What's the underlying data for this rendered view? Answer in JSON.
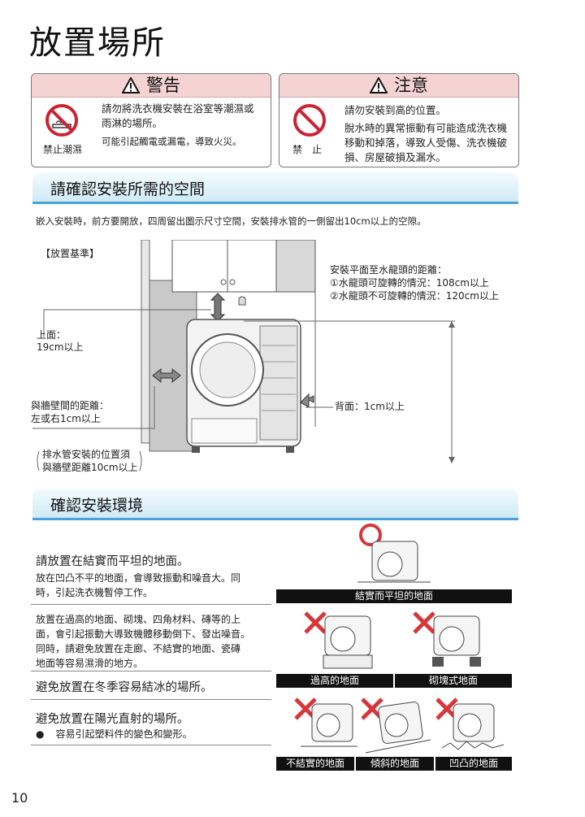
{
  "page_title": "放置場所",
  "warning": {
    "title": "警告",
    "icon_label": "禁止潮濕",
    "text": "請勿將洗衣機安裝在浴室等潮濕或雨淋的場所。",
    "subtext": "可能引起觸電或漏電，導致火災。"
  },
  "caution": {
    "title": "注意",
    "icon_label": "禁　止",
    "text": "請勿安裝到高的位置。",
    "subtext": "脫水時的異常振動有可能造成洗衣機移動和掉落，導致人受傷、洗衣機破損、房屋破損及漏水。"
  },
  "section1": {
    "heading": "請確認安裝所需的空間",
    "intro": "嵌入安裝時，前方要開放，四周留出圖示尺寸空間，安裝排水管的一側留出10cm以上的空隙。",
    "diagram": {
      "label": "【放置基準】",
      "tap_title": "安裝平面至水龍頭的距離：",
      "tap_line1": "①水龍頭可旋轉的情況：108cm以上",
      "tap_line2": "②水龍頭不可旋轉的情況：120cm以上",
      "top_label": "上面：",
      "top_value": "19cm以上",
      "wall_label": "與牆壁間的距離：",
      "wall_value": "左或右1cm以上",
      "back_label": "背面：1cm以上",
      "drain_line1": "排水管安裝的位置須",
      "drain_line2": "與牆壁距離10cm以上"
    }
  },
  "section2": {
    "heading": "確認安裝環境",
    "item1_title": "請放置在結實而平坦的地面。",
    "item1_text1": "放在凹凸不平的地面，會導致振動和噪音大。同",
    "item1_text2": "時，引起洗衣機暫停工作。",
    "item2_text1": "放置在過高的地面、砌塊、四角材料、磚等的上",
    "item2_text2": "面，會引起振動大導致機體移動倒下、發出噪音。",
    "item2_text3": "同時，請避免放置在走廊、不結實的地面、瓷磚",
    "item2_text4": "地面等容易濕滑的地方。",
    "item3_title": "避免放置在冬季容易結冰的場所。",
    "item4_title": "避免放置在陽光直射的場所。",
    "item4_bullet": "容易引起塑料件的變色和變形。",
    "cap_good": "結實而平坦的地面",
    "cap_high": "過高的地面",
    "cap_block": "砌塊式地面",
    "cap_soft": "不結實的地面",
    "cap_slope": "傾斜的地面",
    "cap_uneven": "凹凸的地面"
  },
  "page_number": "10"
}
